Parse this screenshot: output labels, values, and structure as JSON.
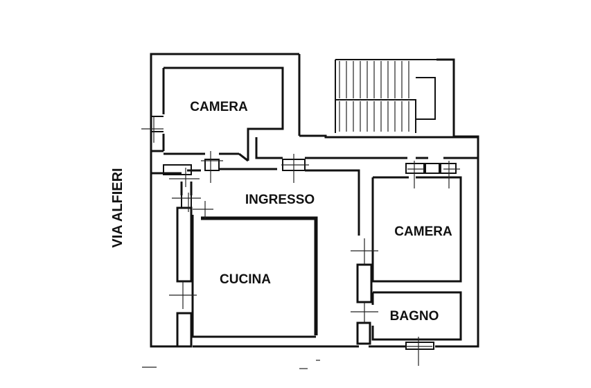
{
  "plan": {
    "street_name": "VIA ALFIERI",
    "rooms": {
      "camera_top": "CAMERA",
      "ingresso": "INGRESSO",
      "camera_right": "CAMERA",
      "cucina": "CUCINA",
      "bagno": "BAGNO"
    }
  }
}
